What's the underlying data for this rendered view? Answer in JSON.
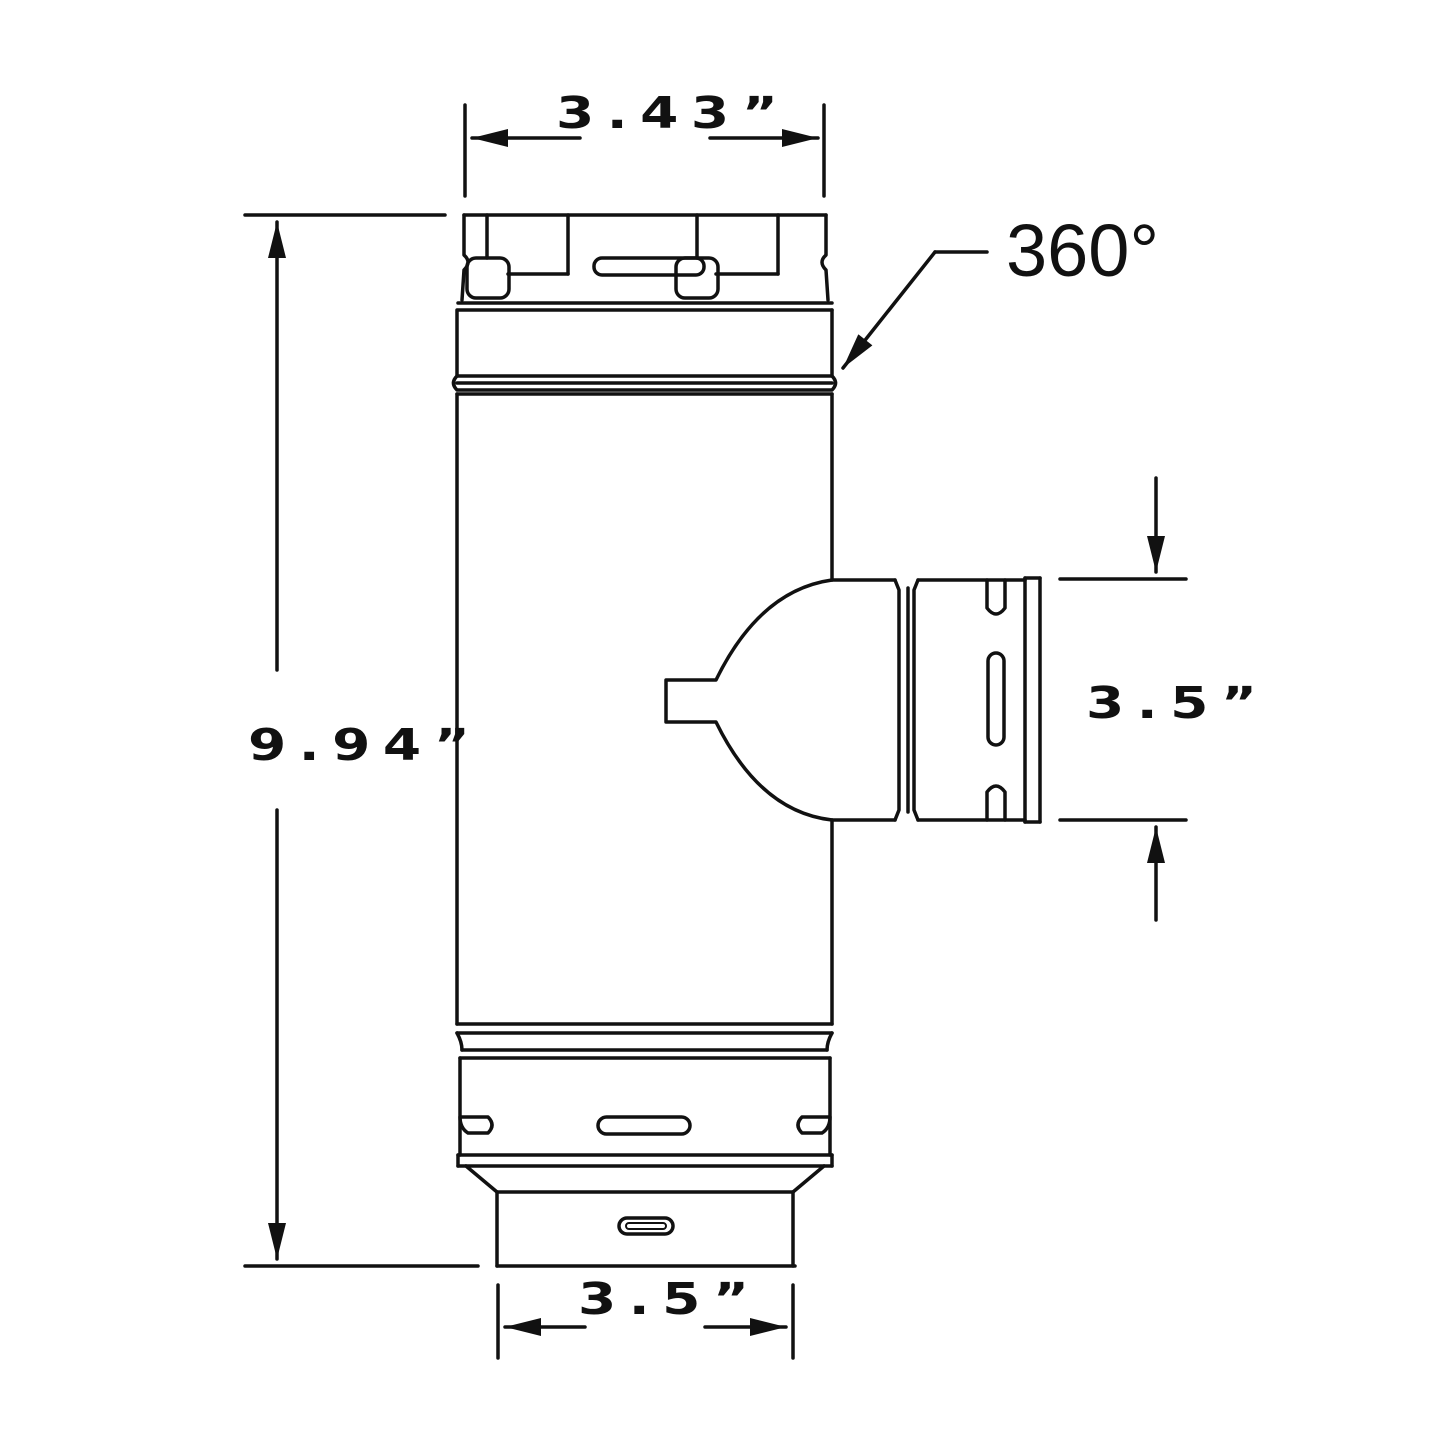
{
  "diagram": {
    "subject": "pipe tee with side branch",
    "stroke_color": "#111111",
    "background_color": "#ffffff",
    "dimensions": {
      "top_width": "3.43”",
      "overall_height": "9.94”",
      "branch_diameter": "3.5”",
      "bottom_width": "3.5”"
    },
    "callouts": {
      "rotation": "360°"
    },
    "components": [
      "top-collar-with-locking-slots",
      "upper-bead-band",
      "main-body-tube",
      "side-branch-with-dome-and-tab",
      "branch-collar-with-slots",
      "lower-band-with-slots",
      "bottom-reducer-spigot-with-slot"
    ]
  }
}
